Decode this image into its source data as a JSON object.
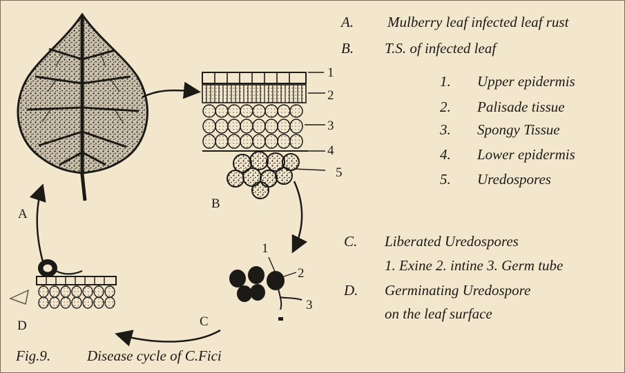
{
  "legend": {
    "a_key": "A.",
    "a_text": "Mulberry leaf infected leaf rust",
    "b_key": "B.",
    "b_text": "T.S. of infected leaf",
    "b_parts": [
      {
        "num": "1.",
        "label": "Upper epidermis"
      },
      {
        "num": "2.",
        "label": "Palisade tissue"
      },
      {
        "num": "3.",
        "label": "Spongy Tissue"
      },
      {
        "num": "4.",
        "label": "Lower epidermis"
      },
      {
        "num": "5.",
        "label": "Uredospores"
      }
    ],
    "c_key": "C.",
    "c_text": "Liberated Uredospores",
    "c_sub": "1. Exine 2. intine 3. Germ tube",
    "d_key": "D.",
    "d_text_line1": "Germinating Uredospore",
    "d_text_line2": "on the leaf surface"
  },
  "diagram": {
    "stage_labels": [
      "A",
      "B",
      "C",
      "D"
    ],
    "ts_callouts": [
      "1",
      "2",
      "3",
      "4",
      "5"
    ],
    "spore_callouts": [
      "1",
      "2",
      "3"
    ]
  },
  "caption": {
    "fig": "Fig.9.",
    "title": "Disease cycle of C.Fici"
  },
  "colors": {
    "background": "#f2e6cd",
    "ink": "#1c1a16"
  }
}
